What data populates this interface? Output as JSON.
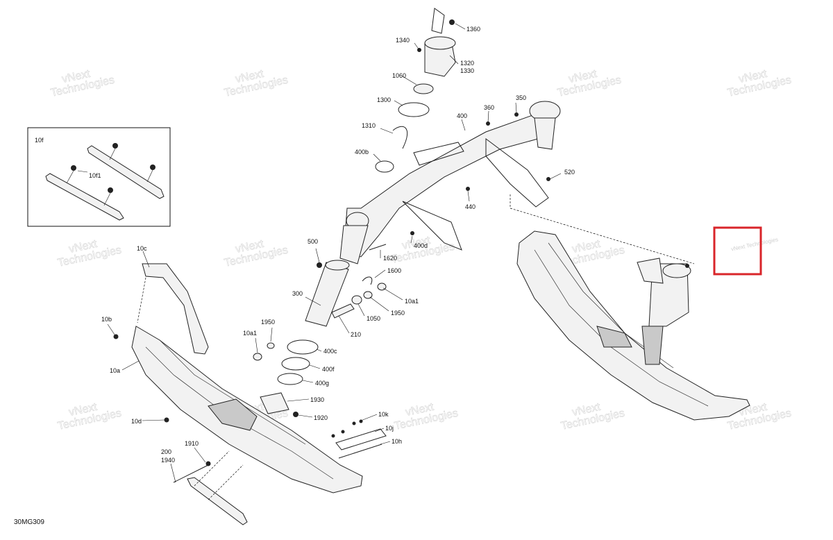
{
  "diagram_code": "30MG309",
  "watermark": {
    "line1": "vNext",
    "line2": "Technologies",
    "small": "vNext Technologies"
  },
  "inset_label": "10f",
  "callouts": {
    "c1360": "1360",
    "c1340": "1340",
    "c1320": "1320",
    "c1330": "1330",
    "c1060": "1060",
    "c1300": "1300",
    "c1310": "1310",
    "c400b": "400b",
    "c400": "400",
    "c360": "360",
    "c350": "350",
    "c520": "520",
    "c440": "440",
    "c500": "500",
    "c400d": "400d",
    "c1620": "1620",
    "c1600": "1600",
    "c10a1_right": "10a1",
    "c1950_right": "1950",
    "c1050": "1050",
    "c300": "300",
    "c210": "210",
    "c1950_left": "1950",
    "c10a1_left": "10a1",
    "c400c": "400c",
    "c400f": "400f",
    "c400g": "400g",
    "c1930": "1930",
    "c1920": "1920",
    "c10c": "10c",
    "c10b": "10b",
    "c10a": "10a",
    "c10d": "10d",
    "c200": "200",
    "c1940": "1940",
    "c1910": "1910",
    "c10k": "10k",
    "c10j": "10j",
    "c10h": "10h",
    "c10f1": "10f1"
  },
  "highlight_color": "#d9252a"
}
